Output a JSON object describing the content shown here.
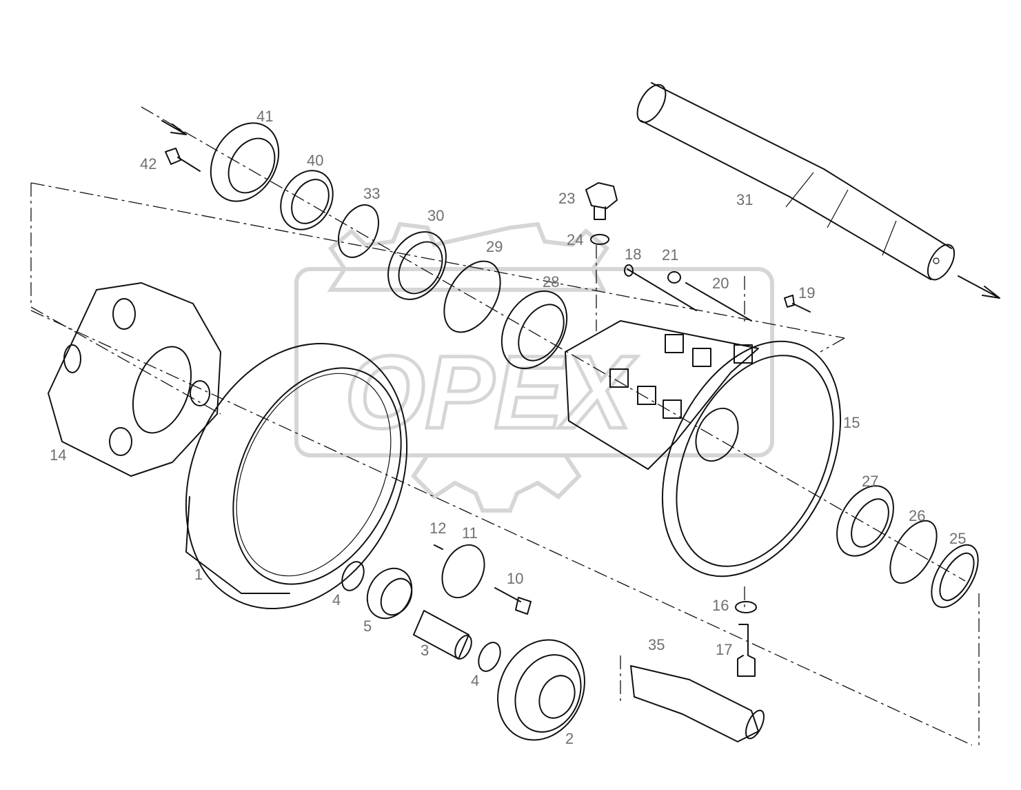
{
  "watermark": {
    "text": "OPEX"
  },
  "parts": [
    {
      "id": "p1",
      "label": "1"
    },
    {
      "id": "p2",
      "label": "2"
    },
    {
      "id": "p3",
      "label": "3"
    },
    {
      "id": "p4a",
      "label": "4"
    },
    {
      "id": "p4b",
      "label": "4"
    },
    {
      "id": "p5",
      "label": "5"
    },
    {
      "id": "p10",
      "label": "10"
    },
    {
      "id": "p11",
      "label": "11"
    },
    {
      "id": "p12",
      "label": "12"
    },
    {
      "id": "p14",
      "label": "14"
    },
    {
      "id": "p15",
      "label": "15"
    },
    {
      "id": "p16",
      "label": "16"
    },
    {
      "id": "p17",
      "label": "17"
    },
    {
      "id": "p18",
      "label": "18"
    },
    {
      "id": "p19",
      "label": "19"
    },
    {
      "id": "p20",
      "label": "20"
    },
    {
      "id": "p21",
      "label": "21"
    },
    {
      "id": "p23",
      "label": "23"
    },
    {
      "id": "p24",
      "label": "24"
    },
    {
      "id": "p25",
      "label": "25"
    },
    {
      "id": "p26",
      "label": "26"
    },
    {
      "id": "p27",
      "label": "27"
    },
    {
      "id": "p28",
      "label": "28"
    },
    {
      "id": "p29",
      "label": "29"
    },
    {
      "id": "p30",
      "label": "30"
    },
    {
      "id": "p31",
      "label": "31"
    },
    {
      "id": "p33",
      "label": "33"
    },
    {
      "id": "p35",
      "label": "35"
    },
    {
      "id": "p40",
      "label": "40"
    },
    {
      "id": "p41",
      "label": "41"
    },
    {
      "id": "p42",
      "label": "42"
    }
  ]
}
